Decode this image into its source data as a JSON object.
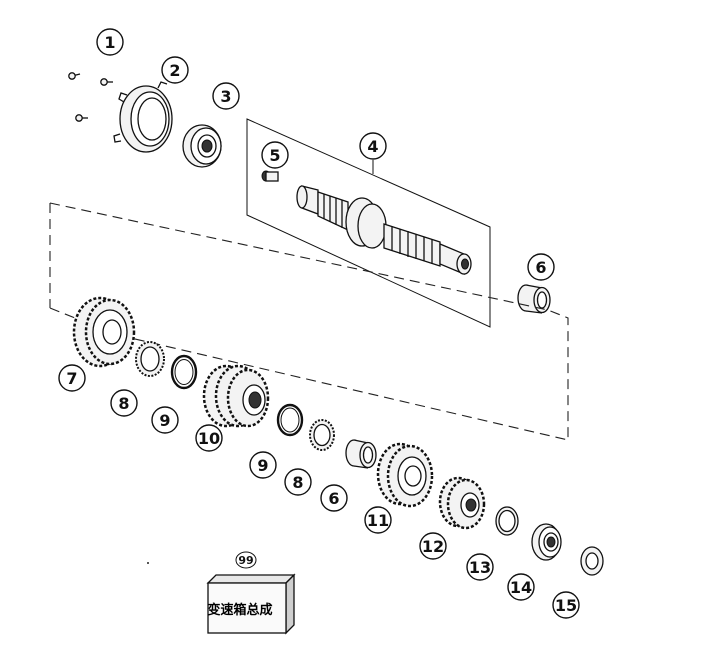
{
  "callouts": [
    {
      "id": "1",
      "label": "1"
    },
    {
      "id": "2",
      "label": "2"
    },
    {
      "id": "3",
      "label": "3"
    },
    {
      "id": "4",
      "label": "4"
    },
    {
      "id": "5",
      "label": "5"
    },
    {
      "id": "6a",
      "label": "6"
    },
    {
      "id": "7",
      "label": "7"
    },
    {
      "id": "8a",
      "label": "8"
    },
    {
      "id": "9a",
      "label": "9"
    },
    {
      "id": "10",
      "label": "10"
    },
    {
      "id": "9b",
      "label": "9"
    },
    {
      "id": "8b",
      "label": "8"
    },
    {
      "id": "6b",
      "label": "6"
    },
    {
      "id": "11",
      "label": "11"
    },
    {
      "id": "12",
      "label": "12"
    },
    {
      "id": "13",
      "label": "13"
    },
    {
      "id": "14",
      "label": "14"
    },
    {
      "id": "15",
      "label": "15"
    }
  ],
  "assembly": {
    "number": "99",
    "label": "变速箱总成"
  }
}
